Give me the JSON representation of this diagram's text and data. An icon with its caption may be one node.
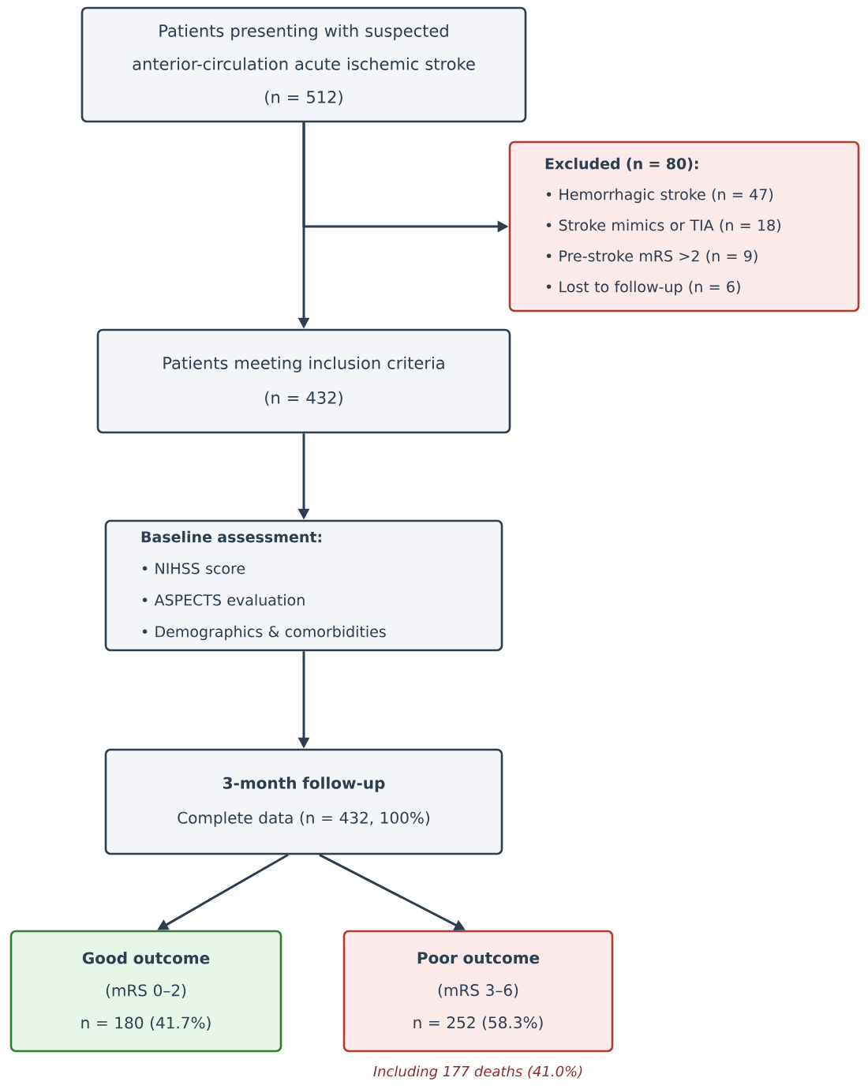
{
  "diagram": {
    "nodes": [
      {
        "text": [
          "Patients presenting with suspected anterior-circulation acute ischemic stroke",
          "(n = 512)"
        ]
      },
      {
        "text": [
          "Excluded (n = 80):",
          "• Hemorrhagic stroke (n = 47)",
          "• Stroke mimics or TIA (n = 18)",
          "• Pre-stroke mRS >2 (n = 9)",
          "• Lost to follow-up (n = 6)"
        ]
      },
      {
        "text": [
          "Patients meeting inclusion criteria",
          "(n = 432)"
        ]
      },
      {
        "text": [
          "Baseline assessment:",
          "• NIHSS score",
          "• ASPECTS evaluation",
          "• Demographics & comorbidities"
        ]
      },
      {
        "text": [
          "3-month follow-up",
          "Complete data (n = 432, 100%)"
        ]
      },
      {
        "text": [
          "Good outcome",
          "(mRS 0–2)",
          "n = 180 (41.7%)"
        ]
      },
      {
        "text": [
          "Poor outcome",
          "(mRS 3–6)",
          "n = 252 (58.3%)"
        ],
        "beside": [
          "Including 177 deaths (41.0%)"
        ]
      }
    ],
    "edges": [
      {
        "from": 0,
        "to": 2,
        "arrow": "to"
      },
      {
        "from": 0,
        "to": 1,
        "arrow": "to"
      },
      {
        "from": 2,
        "to": 3,
        "arrow": "to"
      },
      {
        "from": 3,
        "to": 4,
        "arrow": "to"
      },
      {
        "from": 4,
        "to": 5,
        "arrow": "to"
      },
      {
        "from": 4,
        "to": 6,
        "arrow": "to"
      }
    ]
  }
}
